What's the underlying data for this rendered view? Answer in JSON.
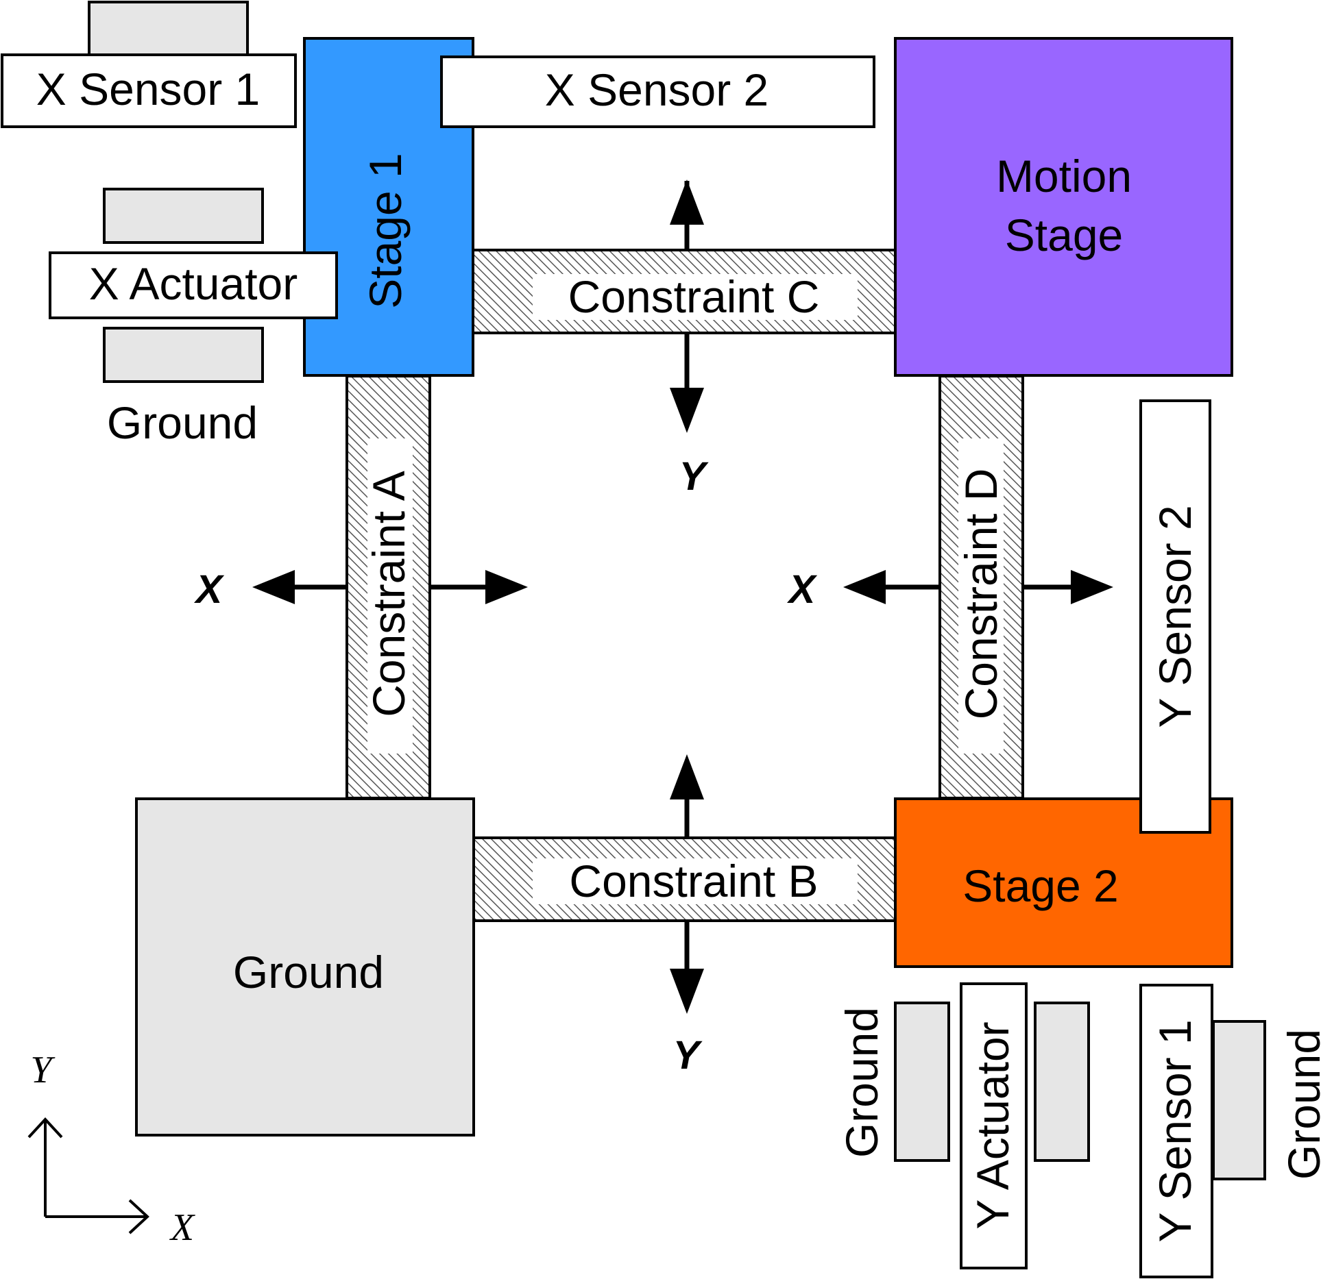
{
  "colors": {
    "stage1": "#3399ff",
    "motion_stage": "#9966ff",
    "stage2": "#ff6600",
    "ground": "#e6e6e6",
    "sensor": "#ffffff",
    "outline": "#000000"
  },
  "labels": {
    "x_sensor_1": "X Sensor 1",
    "x_sensor_2": "X Sensor 2",
    "x_actuator": "X Actuator",
    "ground_x": "Ground",
    "stage_1": "Stage 1",
    "motion_stage_line1": "Motion",
    "motion_stage_line2": "Stage",
    "constraint_a": "Constraint A",
    "constraint_b": "Constraint B",
    "constraint_c": "Constraint C",
    "constraint_d": "Constraint D",
    "stage_2": "Stage 2",
    "ground_main": "Ground",
    "y_sensor_1": "Y Sensor 1",
    "y_sensor_2": "Y Sensor 2",
    "y_actuator": "Y Actuator",
    "ground_y_left": "Ground",
    "ground_y_right": "Ground"
  },
  "motion_axes": {
    "y_top": "Y",
    "y_bottom": "Y",
    "x_left": "X",
    "x_right": "X"
  },
  "coordinate_frame": {
    "y_label": "Y",
    "x_label": "X"
  }
}
